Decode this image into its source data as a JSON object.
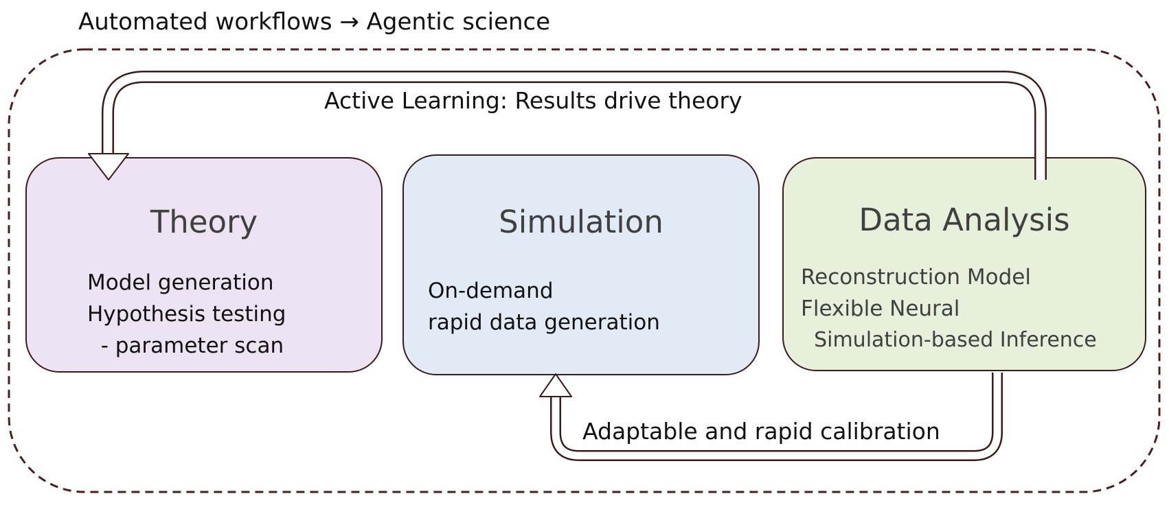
{
  "heading": "Automated workflows → Agentic science",
  "feedback_loops": {
    "active_learning": "Active Learning: Results drive theory",
    "calibration": "Adaptable and rapid calibration"
  },
  "boxes": {
    "theory": {
      "title": "Theory",
      "lines": [
        "Model generation",
        "Hypothesis testing",
        "  - parameter scan"
      ],
      "fill": "#ede3f3"
    },
    "simulation": {
      "title": "Simulation",
      "lines": [
        "On-demand",
        "rapid data generation"
      ],
      "fill": "#e2ebf5"
    },
    "data_analysis": {
      "title": "Data Analysis",
      "lines": [
        "Reconstruction Model",
        "Flexible Neural",
        "  Simulation-based Inference"
      ],
      "fill": "#e6f0da"
    }
  },
  "colors": {
    "outline": "#3a1a1a",
    "dashed_border": "#4a1f1f"
  }
}
